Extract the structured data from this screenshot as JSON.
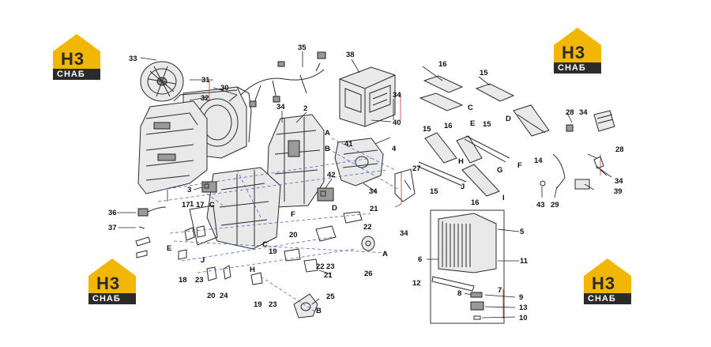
{
  "logo": {
    "mark": "H3",
    "word": "СНАБ",
    "colors": {
      "yellow": "#f2b705",
      "dark": "#2b2b2b"
    }
  },
  "callouts": {
    "c33": "33",
    "c31": "31",
    "c30": "30",
    "c32": "32",
    "c35": "35",
    "c38": "38",
    "c34a": "34",
    "c2": "2",
    "c1": "1",
    "c3": "3",
    "c36": "36",
    "c37": "37",
    "c17a": "17",
    "c17b": "17",
    "cC1": "C",
    "cE": "E",
    "cJ": "J",
    "c18": "18",
    "c23a": "23",
    "c20a": "20",
    "c24": "24",
    "cH1": "H",
    "c19a": "19",
    "c23b": "23",
    "c25": "25",
    "cB1": "B",
    "cA1": "A",
    "cB2": "B",
    "c41": "41",
    "c4": "4",
    "c42": "42",
    "c34b": "34",
    "cD1": "D",
    "cF1": "F",
    "c20b": "20",
    "c21a": "21",
    "c22a": "22",
    "cC2": "C",
    "c19b": "19",
    "c22b": "22",
    "c23c": "23",
    "c21b": "21",
    "c26": "26",
    "cA2": "A",
    "c27": "27",
    "c34c": "34",
    "c34d": "34",
    "c40": "40",
    "c16a": "16",
    "c15a": "15",
    "cC3": "C",
    "cD2": "D",
    "c15b": "15",
    "c16b": "16",
    "cE2": "E",
    "c15c": "15",
    "cF2": "F",
    "cH2": "H",
    "cG": "G",
    "c15d": "15",
    "cJ2": "J",
    "c16c": "16",
    "cI": "I",
    "c14": "14",
    "c28a": "28",
    "c34e": "34",
    "c28b": "28",
    "c34f": "34",
    "c39": "39",
    "c43": "43",
    "c29": "29",
    "c5": "5",
    "c6": "6",
    "c11": "11",
    "c12": "12",
    "c8": "8",
    "c7": "7",
    "c9": "9",
    "c13": "13",
    "c10": "10"
  }
}
